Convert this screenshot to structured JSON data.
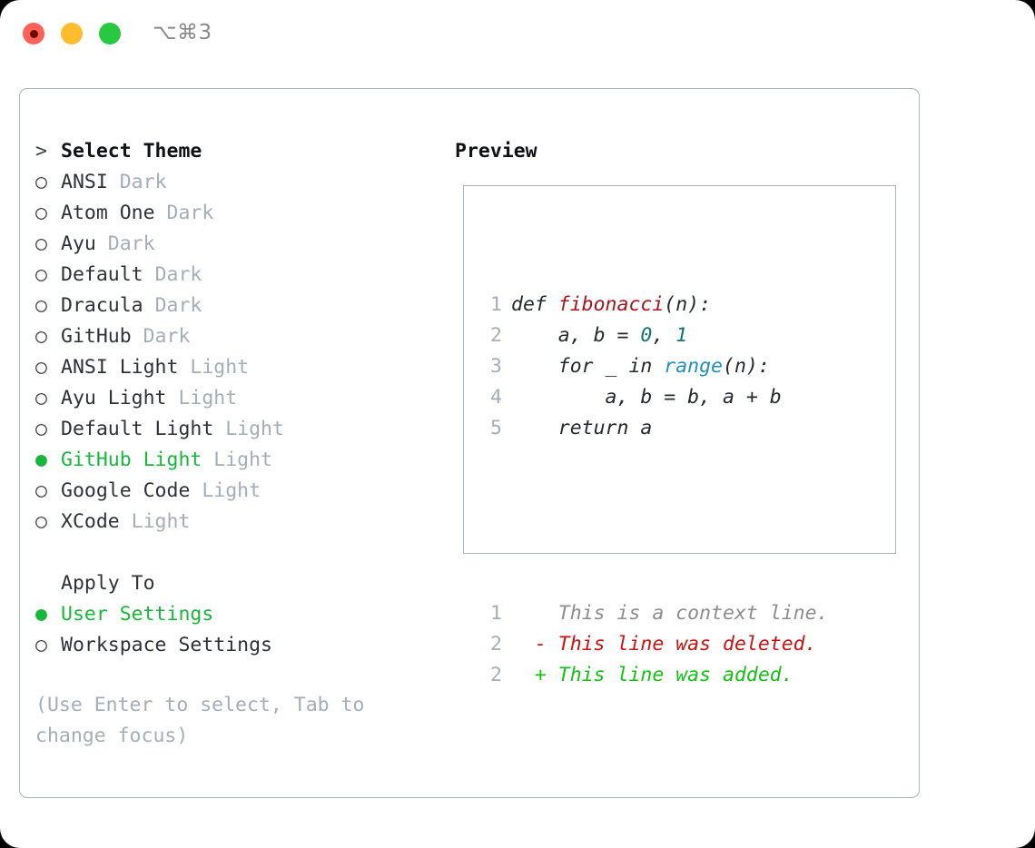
{
  "titlebar": {
    "lights": [
      {
        "name": "close",
        "color": "#ff6159"
      },
      {
        "name": "minimize",
        "color": "#ffbd2e"
      },
      {
        "name": "maximize",
        "color": "#28c840"
      }
    ],
    "shortcut": "⌥⌘3"
  },
  "theme_picker": {
    "header_marker": ">",
    "header_label": "Select Theme",
    "unselected_marker": "○",
    "selected_marker": "●",
    "accent_color": "#17b83a",
    "items": [
      {
        "label": "ANSI",
        "tag": "Dark",
        "selected": false
      },
      {
        "label": "Atom One",
        "tag": "Dark",
        "selected": false
      },
      {
        "label": "Ayu",
        "tag": "Dark",
        "selected": false
      },
      {
        "label": "Default",
        "tag": "Dark",
        "selected": false
      },
      {
        "label": "Dracula",
        "tag": "Dark",
        "selected": false
      },
      {
        "label": "GitHub",
        "tag": "Dark",
        "selected": false
      },
      {
        "label": "ANSI Light",
        "tag": "Light",
        "selected": false
      },
      {
        "label": "Ayu Light",
        "tag": "Light",
        "selected": false
      },
      {
        "label": "Default Light",
        "tag": "Light",
        "selected": false
      },
      {
        "label": "GitHub Light",
        "tag": "Light",
        "selected": true
      },
      {
        "label": "Google Code",
        "tag": "Light",
        "selected": false
      },
      {
        "label": "XCode",
        "tag": "Light",
        "selected": false
      }
    ]
  },
  "apply_to": {
    "header_label": "Apply To",
    "items": [
      {
        "label": "User Settings",
        "selected": true
      },
      {
        "label": "Workspace Settings",
        "selected": false
      }
    ]
  },
  "hint": "(Use Enter to select, Tab to change focus)",
  "preview": {
    "title": "Preview",
    "code_lines": [
      {
        "no": "1",
        "parts": [
          {
            "t": "def ",
            "k": "plain"
          },
          {
            "t": "fibonacci",
            "k": "fn"
          },
          {
            "t": "(n):",
            "k": "plain"
          }
        ]
      },
      {
        "no": "2",
        "parts": [
          {
            "t": "    a, b = ",
            "k": "plain"
          },
          {
            "t": "0",
            "k": "num"
          },
          {
            "t": ", ",
            "k": "plain"
          },
          {
            "t": "1",
            "k": "num"
          }
        ]
      },
      {
        "no": "3",
        "parts": [
          {
            "t": "    for _ in ",
            "k": "plain"
          },
          {
            "t": "range",
            "k": "call"
          },
          {
            "t": "(n):",
            "k": "plain"
          }
        ]
      },
      {
        "no": "4",
        "parts": [
          {
            "t": "        a, b = b, a + b",
            "k": "plain"
          }
        ]
      },
      {
        "no": "5",
        "parts": [
          {
            "t": "    return a",
            "k": "plain"
          }
        ]
      }
    ],
    "diff_lines": [
      {
        "no": "1",
        "sign": "  ",
        "text": "This is a context line.",
        "kind": "ctx"
      },
      {
        "no": "2",
        "sign": "- ",
        "text": "This line was deleted.",
        "kind": "del"
      },
      {
        "no": "2",
        "sign": "+ ",
        "text": "This line was added.",
        "kind": "add"
      }
    ]
  }
}
